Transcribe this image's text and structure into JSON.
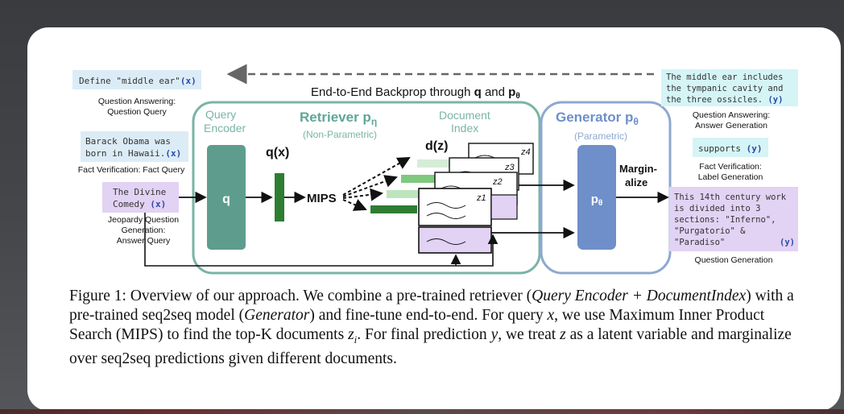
{
  "figure": {
    "backprop_label_prefix": "End-to-End Backprop through ",
    "backprop_q": "q",
    "backprop_and": " and ",
    "backprop_p": "p",
    "backprop_p_sub": "θ",
    "query_encoder_title_line1": "Query",
    "query_encoder_title_line2": "Encoder",
    "retriever_title": "Retriever p",
    "retriever_title_sub": "η",
    "retriever_subtitle": "(Non-Parametric)",
    "document_index_line1": "Document",
    "document_index_line2": "Index",
    "generator_title": "Generator p",
    "generator_title_sub": "θ",
    "generator_subtitle": "(Parametric)",
    "q_block_label": "q",
    "qx_label": "q(x)",
    "mips_label": "MIPS",
    "dz_label": "d(z)",
    "doc_labels": [
      "z4",
      "z3",
      "z2",
      "z1"
    ],
    "p_block_label": "p",
    "p_block_sub": "θ",
    "marginalize_line1": "Margin-",
    "marginalize_line2": "alize"
  },
  "inputs": [
    {
      "text_line1": "Define \"middle ear\"",
      "var": "(x)",
      "caption_line1": "Question Answering:",
      "caption_line2": "Question Query"
    },
    {
      "text_line1": "Barack Obama was",
      "text_line2": "born in Hawaii.",
      "var": "(x)",
      "caption_line1": "Fact Verification: Fact Query"
    },
    {
      "text_line1": "The Divine",
      "text_line2": "Comedy",
      "var": "(x)",
      "caption_line1": "Jeopardy Question",
      "caption_line2": "Generation:",
      "caption_line3": "Answer Query"
    }
  ],
  "outputs": [
    {
      "text_line1": "The middle ear includes",
      "text_line2": "the tympanic cavity and",
      "text_line3": "the three ossicles.",
      "var": "(y)",
      "caption_line1": "Question Answering:",
      "caption_line2": "Answer Generation"
    },
    {
      "text_line1": "supports",
      "var": "(y)",
      "caption_line1": "Fact Verification:",
      "caption_line2": "Label Generation"
    },
    {
      "text_line1": "This 14th century work",
      "text_line2": "is divided into 3",
      "text_line3": "sections: \"Inferno\",",
      "text_line4": "\"Purgatorio\" &",
      "text_line5": "\"Paradiso\"",
      "var": "(y)",
      "caption_line1": "Question Generation"
    }
  ],
  "caption": {
    "p1": "Figure 1: Overview of our approach. We combine a pre-trained retriever (",
    "e1": "Query Encoder + Document",
    "p2": "",
    "e2": "Index",
    "p3": ") with a pre-trained seq2seq model (",
    "e3": "Generator",
    "p4": ") and fine-tune end-to-end. For query ",
    "v_x": "x",
    "p5": ", we use Maximum Inner Product Search (MIPS) to find the top-K documents ",
    "v_z": "z",
    "v_i": "i",
    "p6": ". For final prediction ",
    "v_y": "y",
    "p7": ", we treat ",
    "v_z2": "z",
    "p8": " as a latent variable and marginalize over seq2seq predictions given different documents."
  },
  "colors": {
    "input_blue_bg": "#dcecf7",
    "output_cyan_bg": "#d5f4f6",
    "purple_bg": "#e2d2f3",
    "teal_box": "#79b4a6",
    "query_encoder_fill": "#5e9d8d",
    "generator_border": "#8ea8cf",
    "generator_fill": "#6e8fc9",
    "dark_green": "#2e7d32",
    "var_blue": "#2a49a8"
  }
}
